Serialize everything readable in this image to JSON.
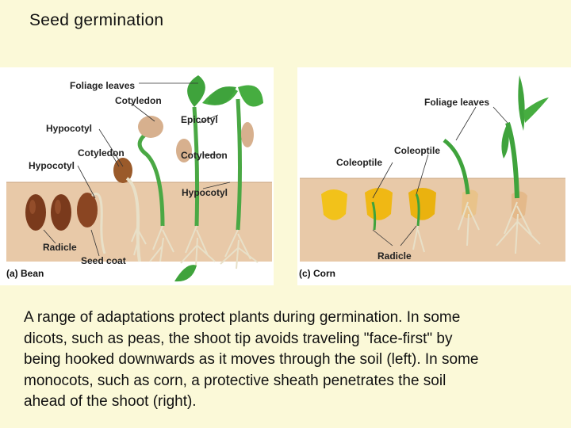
{
  "slide": {
    "title": "Seed germination",
    "caption": "A range of adaptations protect plants during germination. In some\ndicots, such as peas, the shoot tip avoids traveling \"face-first\" by\nbeing hooked downwards as it moves through the soil (left). In some\nmonocots, such as corn, a protective sheath penetrates the soil\nahead of the shoot (right)."
  },
  "bean_panel": {
    "panel_title": "(a) Bean",
    "labels": {
      "foliage_leaves": "Foliage leaves",
      "cotyledon_top": "Cotyledon",
      "epicotyl": "Epicotyl",
      "hypocotyl_upper": "Hypocotyl",
      "cotyledon_mid": "Cotyledon",
      "cotyledon_right": "Cotyledon",
      "hypocotyl_left": "Hypocotyl",
      "hypocotyl_right": "Hypocotyl",
      "radicle": "Radicle",
      "seed_coat": "Seed coat"
    }
  },
  "corn_panel": {
    "panel_title": "(c) Corn",
    "labels": {
      "foliage_leaves": "Foliage leaves",
      "coleoptile_right": "Coleoptile",
      "coleoptile_left": "Coleoptile",
      "radicle": "Radicle"
    }
  },
  "colors": {
    "background": "#fbf9d8",
    "soil": "#e8c9a8",
    "leaf_green": "#3fa33c",
    "bean_seed": "#7a3a1c",
    "corn_kernel": "#f2c21a"
  }
}
